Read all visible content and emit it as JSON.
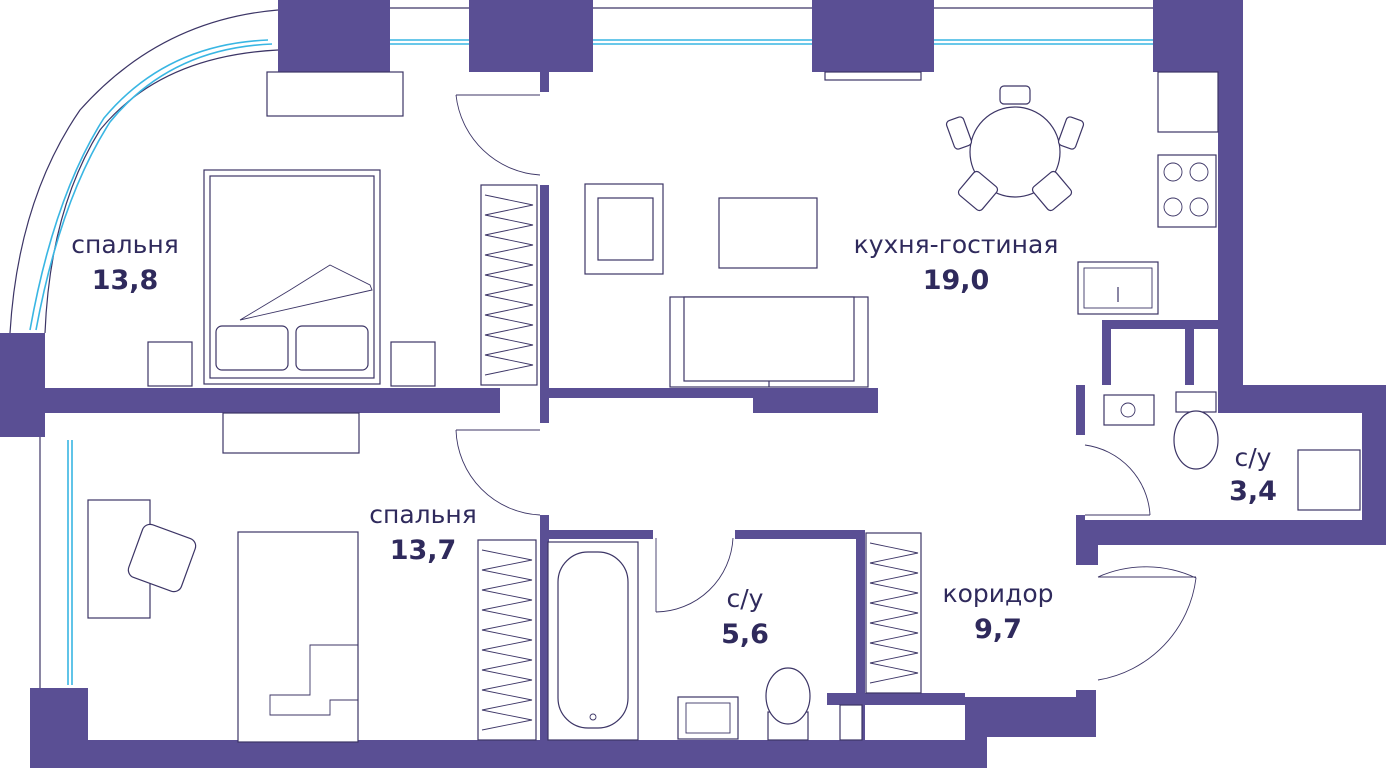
{
  "colors": {
    "wall": "#5a4f94",
    "line": "#3c3566",
    "text": "#2f2a5c",
    "window": "#39b6e3"
  },
  "rooms": [
    {
      "id": "bedroom-1",
      "name": "спальня",
      "area": "13,8"
    },
    {
      "id": "kitchen-living",
      "name": "кухня-гостиная",
      "area": "19,0"
    },
    {
      "id": "bedroom-2",
      "name": "спальня",
      "area": "13,7"
    },
    {
      "id": "bathroom-1",
      "name": "с/у",
      "area": "5,6"
    },
    {
      "id": "corridor",
      "name": "коридор",
      "area": "9,7"
    },
    {
      "id": "bathroom-2",
      "name": "с/у",
      "area": "3,4"
    }
  ]
}
